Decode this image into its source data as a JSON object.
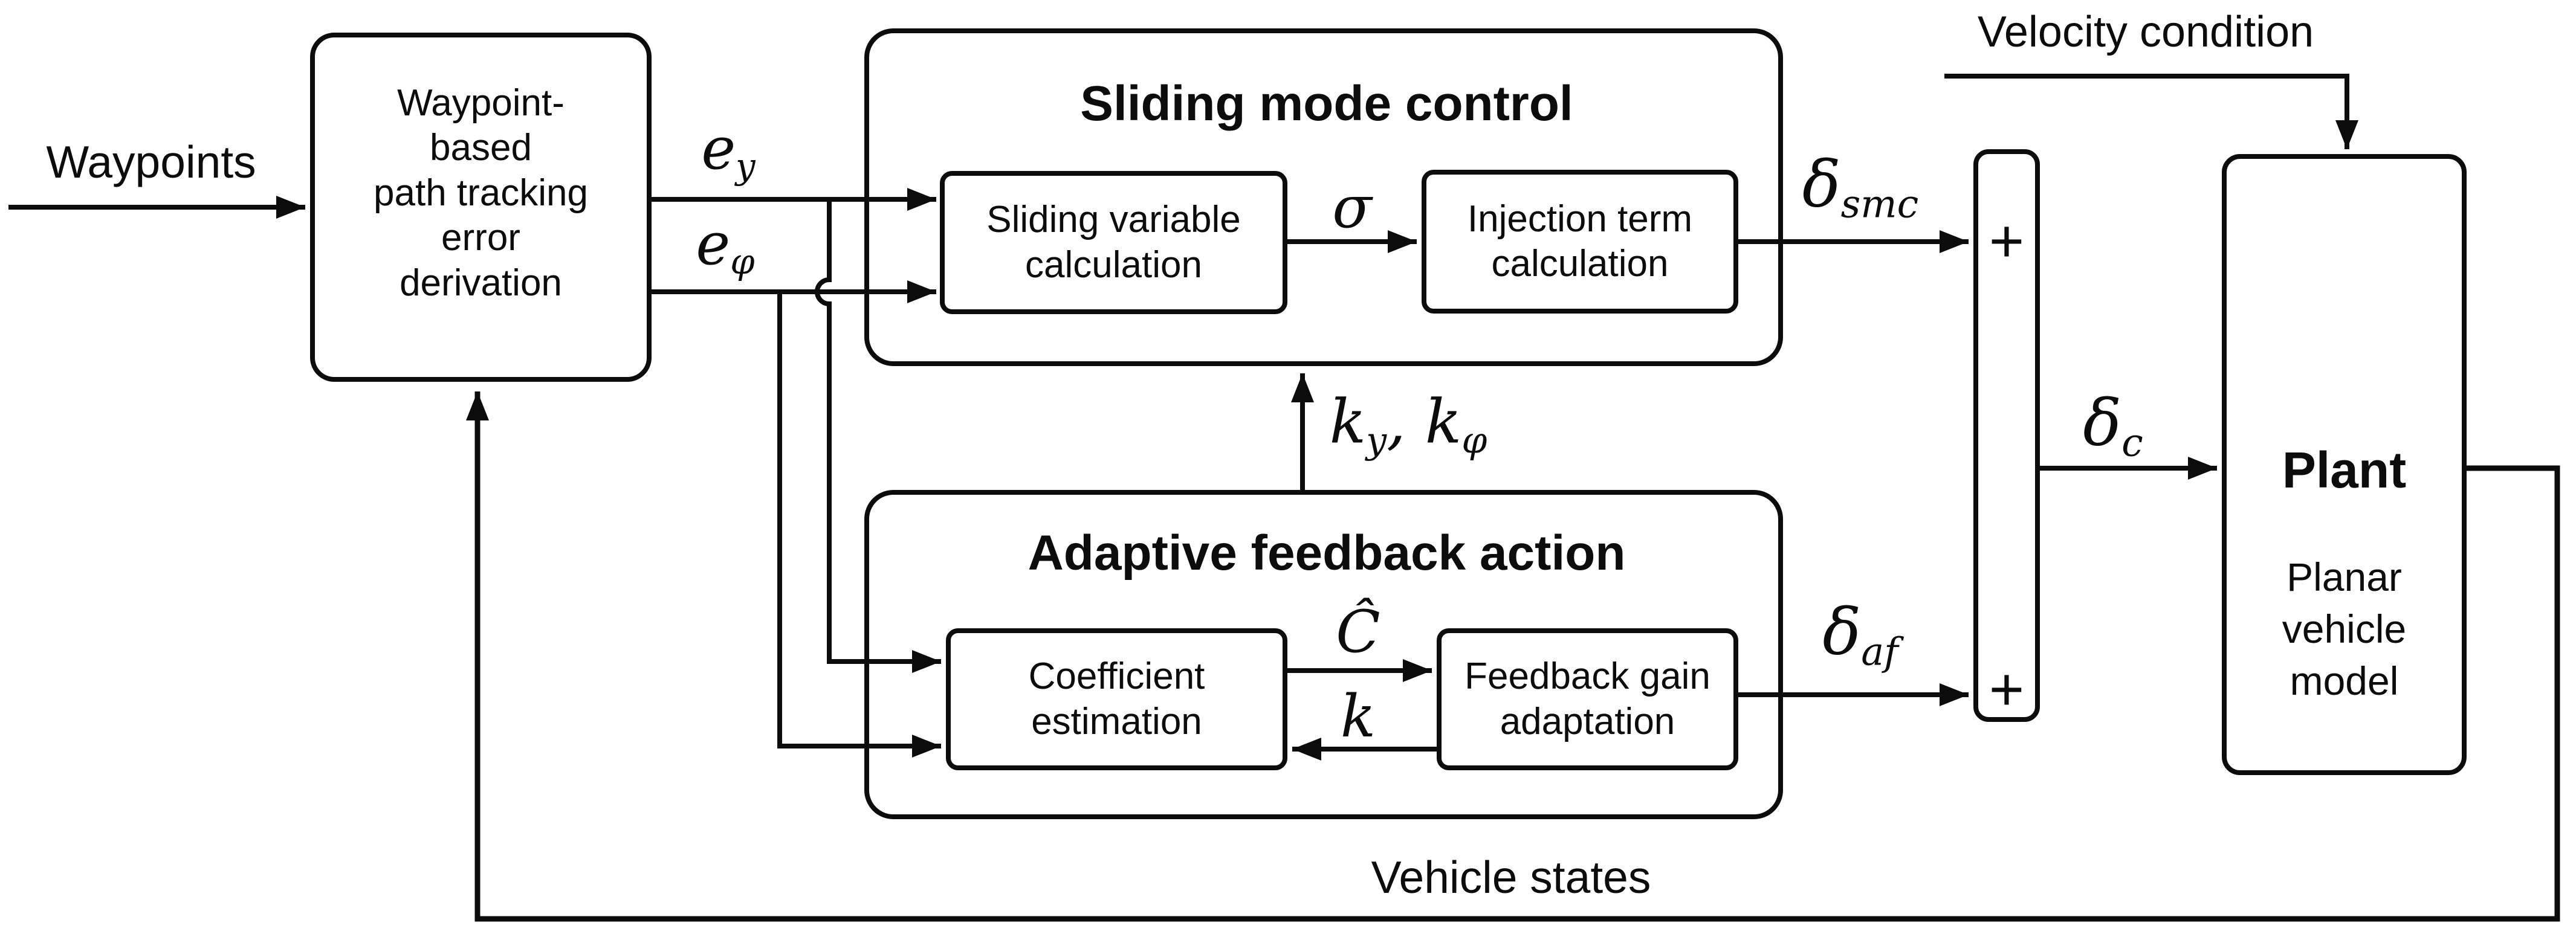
{
  "diagram": {
    "colors": {
      "stroke": "#0c0c0c",
      "background": "#ffffff"
    },
    "external_labels": {
      "waypoints": "Waypoints",
      "velocity_condition": "Velocity condition",
      "vehicle_states": "Vehicle states"
    },
    "blocks": {
      "waypoint_box": {
        "lines": [
          "Waypoint-",
          "based",
          "path tracking",
          "error",
          "derivation"
        ]
      },
      "smc_container": {
        "title": "Sliding mode control"
      },
      "sliding_var_box": {
        "lines": [
          "Sliding variable",
          "calculation"
        ]
      },
      "injection_box": {
        "lines": [
          "Injection term",
          "calculation"
        ]
      },
      "afa_container": {
        "title": "Adaptive feedback action"
      },
      "coeff_box": {
        "lines": [
          "Coefficient",
          "estimation"
        ]
      },
      "fbgain_box": {
        "lines": [
          "Feedback gain",
          "adaptation"
        ]
      },
      "sum_block": {
        "plus_top": "+",
        "plus_bottom": "+"
      },
      "plant_box": {
        "title": "Plant",
        "lines": [
          "Planar",
          "vehicle",
          "model"
        ]
      }
    },
    "signals": {
      "e_y": {
        "base": "e",
        "sub": "y"
      },
      "e_phi": {
        "base": "e",
        "sub": "φ"
      },
      "sigma": {
        "base": "σ",
        "sub": ""
      },
      "delta_smc": {
        "base": "δ",
        "sub": "smc"
      },
      "k_gains": {
        "b1": "k",
        "s1": "y",
        "sep": ", ",
        "b2": "k",
        "s2": "φ"
      },
      "c_hat": {
        "base": "Ĉ",
        "sub": ""
      },
      "k_fb": {
        "base": "k",
        "sub": ""
      },
      "delta_af": {
        "base": "δ",
        "sub": "af"
      },
      "delta_c": {
        "base": "δ",
        "sub": "c"
      }
    }
  }
}
